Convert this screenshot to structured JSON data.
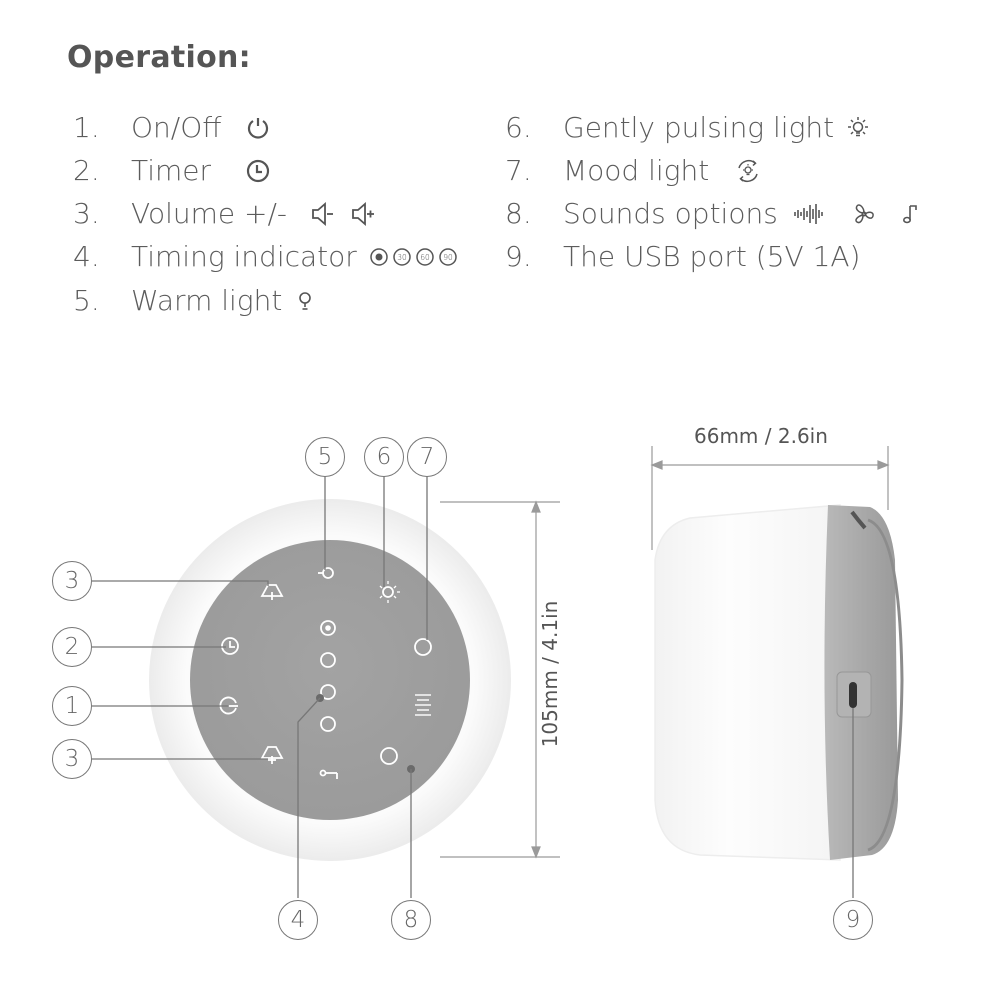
{
  "header": {
    "title": "Operation:"
  },
  "operations": [
    {
      "num": "1.",
      "label": "On/Off",
      "icons": [
        "power-icon"
      ]
    },
    {
      "num": "2.",
      "label": "Timer",
      "icons": [
        "clock-icon"
      ]
    },
    {
      "num": "3.",
      "label": "Volume +/-",
      "icons": [
        "volume-down-icon",
        "volume-up-icon"
      ]
    },
    {
      "num": "4.",
      "label": "Timing indicator",
      "icons": [
        "dot-indicator-icon",
        "timer-30-icon",
        "timer-60-icon",
        "timer-90-icon"
      ],
      "indicator_values": [
        "",
        "30",
        "60",
        "90"
      ]
    },
    {
      "num": "5.",
      "label": "Warm light",
      "icons": [
        "bulb-icon"
      ]
    },
    {
      "num": "6.",
      "label": "Gently pulsing light",
      "icons": [
        "pulsing-bulb-icon"
      ]
    },
    {
      "num": "7.",
      "label": "Mood light",
      "icons": [
        "mood-light-cycle-icon"
      ]
    },
    {
      "num": "8.",
      "label": "Sounds options",
      "icons": [
        "sound-wave-icon",
        "fan-icon",
        "music-note-icon"
      ]
    },
    {
      "num": "9.",
      "label": "The USB port (5V 1A)",
      "icons": []
    }
  ],
  "front_view": {
    "callouts": [
      "5",
      "6",
      "7",
      "3",
      "2",
      "1",
      "3",
      "4",
      "8"
    ],
    "height_dimension": "105mm / 4.1in"
  },
  "side_view": {
    "callouts": [
      "9"
    ],
    "width_dimension": "66mm / 2.6in"
  },
  "colors": {
    "text": "#5c5c5c",
    "panel_gray": "#a0a0a0",
    "shell_white": "#f7f7f7",
    "base_gray": "#a8a8a8",
    "line_gray": "#8a8a8a"
  }
}
